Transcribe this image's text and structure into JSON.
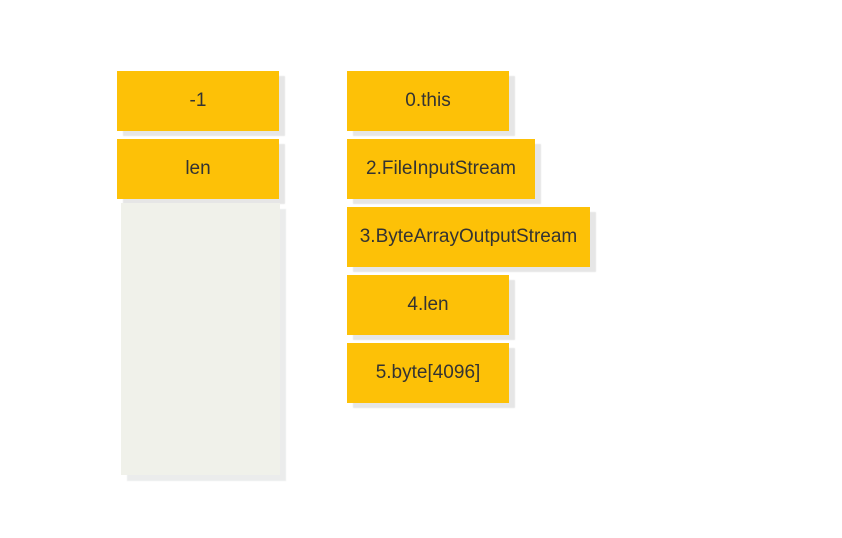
{
  "colors": {
    "item_background": "#fdc107",
    "item_text": "#333333",
    "dropzone_background": "#f0f1ea",
    "shadow": "#e6e6e6",
    "page_background": "#ffffff"
  },
  "answer_column": {
    "placed_items": [
      {
        "label": "-1"
      },
      {
        "label": "len"
      }
    ]
  },
  "choices_column": {
    "items": [
      {
        "label": "0.this"
      },
      {
        "label": "2.FileInputStream"
      },
      {
        "label": "3.ByteArrayOutputStream"
      },
      {
        "label": "4.len"
      },
      {
        "label": "5.byte[4096]"
      }
    ]
  }
}
